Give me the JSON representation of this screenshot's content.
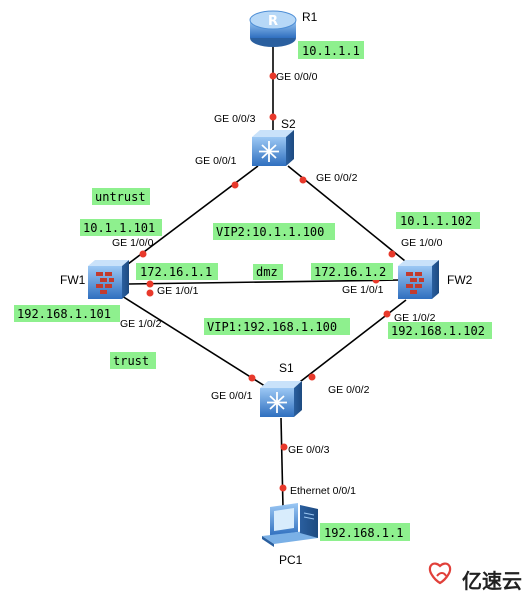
{
  "devices": {
    "r1": "R1",
    "s2": "S2",
    "fw1": "FW1",
    "fw2": "FW2",
    "s1": "S1",
    "pc1": "PC1"
  },
  "ports": {
    "r1_g000": "GE 0/0/0",
    "s2_g003": "GE 0/0/3",
    "s2_g001": "GE 0/0/1",
    "s2_g002": "GE 0/0/2",
    "fw1_g100": "GE 1/0/0",
    "fw1_g101": "GE 1/0/1",
    "fw1_g102": "GE 1/0/2",
    "fw2_g100": "GE 1/0/0",
    "fw2_g101": "GE 1/0/1",
    "fw2_g102": "GE 1/0/2",
    "s1_g001": "GE 0/0/1",
    "s1_g002": "GE 0/0/2",
    "s1_g003": "GE 0/0/3",
    "pc1_eth": "Ethernet 0/0/1"
  },
  "tags": {
    "r1_ip": "10.1.1.1",
    "untrust": "untrust",
    "fw1_out_ip": "10.1.1.101",
    "vip2": "VIP2:10.1.1.100",
    "fw2_out_ip": "10.1.1.102",
    "fw1_dmz_ip": "172.16.1.1",
    "dmz": "dmz",
    "fw2_dmz_ip": "172.16.1.2",
    "fw1_in_ip": "192.168.1.101",
    "vip1": "VIP1:192.168.1.100",
    "fw2_in_ip": "192.168.1.102",
    "trust": "trust",
    "pc1_ip": "192.168.1.1"
  },
  "watermark": "亿速云",
  "colors": {
    "tag": "#8ef08e",
    "port_dot": "#e8392b",
    "device_blue": "#3d7fcf",
    "logo_red": "#e1403a"
  },
  "icons": [
    "router-icon",
    "switch-icon",
    "firewall-icon",
    "pc-icon",
    "logo-icon"
  ]
}
